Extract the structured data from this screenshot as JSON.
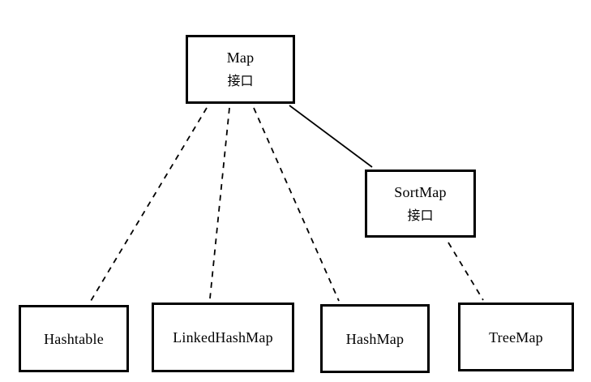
{
  "diagram": {
    "type": "class-hierarchy",
    "colors": {
      "background": "#ffffff",
      "box_border": "#000000",
      "line": "#000000",
      "text": "#000000"
    },
    "nodes": [
      {
        "id": "map",
        "label": "Map",
        "sublabel": "接口"
      },
      {
        "id": "sortmap",
        "label": "SortMap",
        "sublabel": "接口"
      },
      {
        "id": "hashtable",
        "label": "Hashtable"
      },
      {
        "id": "linkedhashmap",
        "label": "LinkedHashMap"
      },
      {
        "id": "hashmap",
        "label": "HashMap"
      },
      {
        "id": "treemap",
        "label": "TreeMap"
      }
    ],
    "edges": [
      {
        "from": "map",
        "to": "hashtable",
        "style": "dashed"
      },
      {
        "from": "map",
        "to": "linkedhashmap",
        "style": "dashed"
      },
      {
        "from": "map",
        "to": "hashmap",
        "style": "dashed"
      },
      {
        "from": "map",
        "to": "sortmap",
        "style": "solid"
      },
      {
        "from": "sortmap",
        "to": "treemap",
        "style": "dashed"
      }
    ]
  }
}
